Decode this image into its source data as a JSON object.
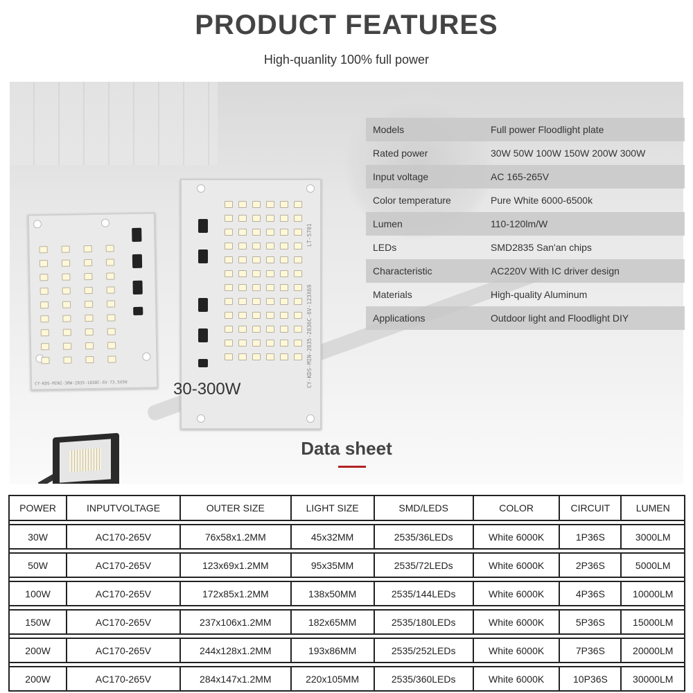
{
  "header": {
    "title": "PRODUCT FEATURES",
    "subtitle": "High-quanlity 100% full power"
  },
  "specs": [
    {
      "key": "Models",
      "value": "Full power Floodlight plate"
    },
    {
      "key": "Rated power",
      "value": "30W 50W 100W 150W 200W 300W"
    },
    {
      "key": "Input voltage",
      "value": "AC 165-265V"
    },
    {
      "key": "Color  temperature",
      "value": "Pure White 6000-6500k"
    },
    {
      "key": "Lumen",
      "value": "110-120lm/W"
    },
    {
      "key": "LEDs",
      "value": "SMD2835 San'an chips"
    },
    {
      "key": "Characteristic",
      "value": "AC220V With IC driver design"
    },
    {
      "key": "Materials",
      "value": "High-quality Aluminum"
    },
    {
      "key": "Applications",
      "value": "Outdoor light and Floodlight DIY"
    }
  ],
  "wattage_label": "30-300W",
  "datasheet": {
    "title": "Data sheet",
    "headers": [
      "POWER",
      "INPUTVOLTAGE",
      "OUTER SIZE",
      "LIGHT SIZE",
      "SMD/LEDS",
      "COLOR",
      "CIRCUIT",
      "LUMEN"
    ],
    "rows": [
      [
        "30W",
        "AC170-265V",
        "76x58x1.2MM",
        "45x32MM",
        "2535/36LEDs",
        "White 6000K",
        "1P36S",
        "3000LM"
      ],
      [
        "50W",
        "AC170-265V",
        "123x69x1.2MM",
        "95x35MM",
        "2535/72LEDs",
        "White 6000K",
        "2P36S",
        "5000LM"
      ],
      [
        "100W",
        "AC170-265V",
        "172x85x1.2MM",
        "138x50MM",
        "2535/144LEDs",
        "White 6000K",
        "4P36S",
        "10000LM"
      ],
      [
        "150W",
        "AC170-265V",
        "237x106x1.2MM",
        "182x65MM",
        "2535/180LEDs",
        "White 6000K",
        "5P36S",
        "15000LM"
      ],
      [
        "200W",
        "AC170-265V",
        "244x128x1.2MM",
        "193x86MM",
        "2535/252LEDs",
        "White 6000K",
        "7P36S",
        "20000LM"
      ],
      [
        "200W",
        "AC170-265V",
        "284x147x1.2MM",
        "220x105MM",
        "2535/360LEDs",
        "White 6000K",
        "10P36S",
        "30000LM"
      ]
    ]
  },
  "board_labels": {
    "small": "CY-KDS-MINI-30W-2835-1838C-6V-73.5X50",
    "large": "CY-KDS-MIN-2835-2836C-6V-123X69",
    "large_code": "LT-5701"
  },
  "colors": {
    "title": "#444444",
    "accent_line": "#b22222",
    "spec_shade": "#c8c8c8"
  }
}
